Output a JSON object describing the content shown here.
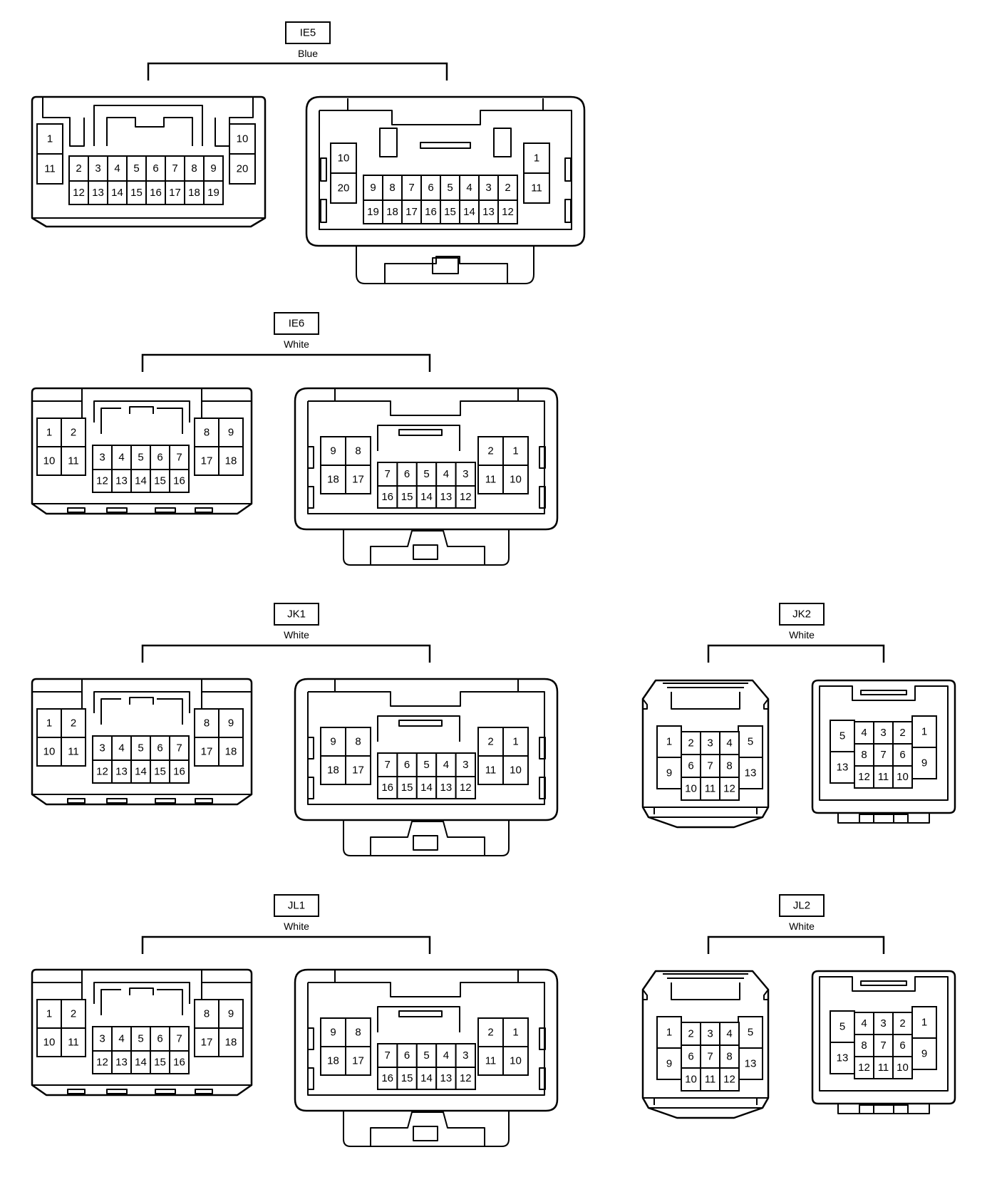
{
  "connectors": [
    {
      "id": "IE5",
      "name": "IE5",
      "color": "Blue",
      "size": "large",
      "left": {
        "pins": [
          [
            "1",
            "11"
          ],
          [
            "2",
            "12"
          ],
          [
            "3",
            "13"
          ],
          [
            "4",
            "14"
          ],
          [
            "5",
            "15"
          ],
          [
            "6",
            "16"
          ],
          [
            "7",
            "17"
          ],
          [
            "8",
            "18"
          ],
          [
            "9",
            "19"
          ],
          [
            "10",
            "20"
          ]
        ]
      },
      "right": {
        "pins": [
          [
            "10",
            "20"
          ],
          [
            "9",
            "19"
          ],
          [
            "8",
            "18"
          ],
          [
            "7",
            "17"
          ],
          [
            "6",
            "16"
          ],
          [
            "5",
            "15"
          ],
          [
            "4",
            "14"
          ],
          [
            "3",
            "13"
          ],
          [
            "2",
            "12"
          ],
          [
            "1",
            "11"
          ]
        ]
      }
    },
    {
      "id": "IE6",
      "name": "IE6",
      "color": "White",
      "size": "medium",
      "left": {
        "top": [
          "1",
          "2",
          "8",
          "9"
        ],
        "bottom": [
          "10",
          "11",
          "17",
          "18"
        ],
        "mid_top": [
          "3",
          "4",
          "5",
          "6",
          "7"
        ],
        "mid_bottom": [
          "12",
          "13",
          "14",
          "15",
          "16"
        ]
      },
      "right": {
        "top": [
          "9",
          "8",
          "2",
          "1"
        ],
        "bottom": [
          "18",
          "17",
          "11",
          "10"
        ],
        "mid_top": [
          "7",
          "6",
          "5",
          "4",
          "3"
        ],
        "mid_bottom": [
          "16",
          "15",
          "14",
          "13",
          "12"
        ]
      }
    },
    {
      "id": "JK1",
      "name": "JK1",
      "color": "White",
      "size": "medium",
      "left": {
        "top": [
          "1",
          "2",
          "8",
          "9"
        ],
        "bottom": [
          "10",
          "11",
          "17",
          "18"
        ],
        "mid_top": [
          "3",
          "4",
          "5",
          "6",
          "7"
        ],
        "mid_bottom": [
          "12",
          "13",
          "14",
          "15",
          "16"
        ]
      },
      "right": {
        "top": [
          "9",
          "8",
          "2",
          "1"
        ],
        "bottom": [
          "18",
          "17",
          "11",
          "10"
        ],
        "mid_top": [
          "7",
          "6",
          "5",
          "4",
          "3"
        ],
        "mid_bottom": [
          "16",
          "15",
          "14",
          "13",
          "12"
        ]
      }
    },
    {
      "id": "JL1",
      "name": "JL1",
      "color": "White",
      "size": "medium",
      "left": {
        "top": [
          "1",
          "2",
          "8",
          "9"
        ],
        "bottom": [
          "10",
          "11",
          "17",
          "18"
        ],
        "mid_top": [
          "3",
          "4",
          "5",
          "6",
          "7"
        ],
        "mid_bottom": [
          "12",
          "13",
          "14",
          "15",
          "16"
        ]
      },
      "right": {
        "top": [
          "9",
          "8",
          "2",
          "1"
        ],
        "bottom": [
          "18",
          "17",
          "11",
          "10"
        ],
        "mid_top": [
          "7",
          "6",
          "5",
          "4",
          "3"
        ],
        "mid_bottom": [
          "16",
          "15",
          "14",
          "13",
          "12"
        ]
      }
    },
    {
      "id": "JK2",
      "name": "JK2",
      "color": "White",
      "size": "small",
      "left": {
        "side_a": [
          "1",
          "9"
        ],
        "side_b": [
          "5",
          "13"
        ],
        "grid": [
          [
            "2",
            "3",
            "4"
          ],
          [
            "6",
            "7",
            "8"
          ],
          [
            "10",
            "11",
            "12"
          ]
        ]
      },
      "right": {
        "side_a": [
          "5",
          "13"
        ],
        "side_b": [
          "1",
          "9"
        ],
        "grid": [
          [
            "4",
            "3",
            "2"
          ],
          [
            "8",
            "7",
            "6"
          ],
          [
            "12",
            "11",
            "10"
          ]
        ]
      }
    },
    {
      "id": "JL2",
      "name": "JL2",
      "color": "White",
      "size": "small",
      "left": {
        "side_a": [
          "1",
          "9"
        ],
        "side_b": [
          "5",
          "13"
        ],
        "grid": [
          [
            "2",
            "3",
            "4"
          ],
          [
            "6",
            "7",
            "8"
          ],
          [
            "10",
            "11",
            "12"
          ]
        ]
      },
      "right": {
        "side_a": [
          "5",
          "13"
        ],
        "side_b": [
          "1",
          "9"
        ],
        "grid": [
          [
            "4",
            "3",
            "2"
          ],
          [
            "8",
            "7",
            "6"
          ],
          [
            "12",
            "11",
            "10"
          ]
        ]
      }
    }
  ]
}
